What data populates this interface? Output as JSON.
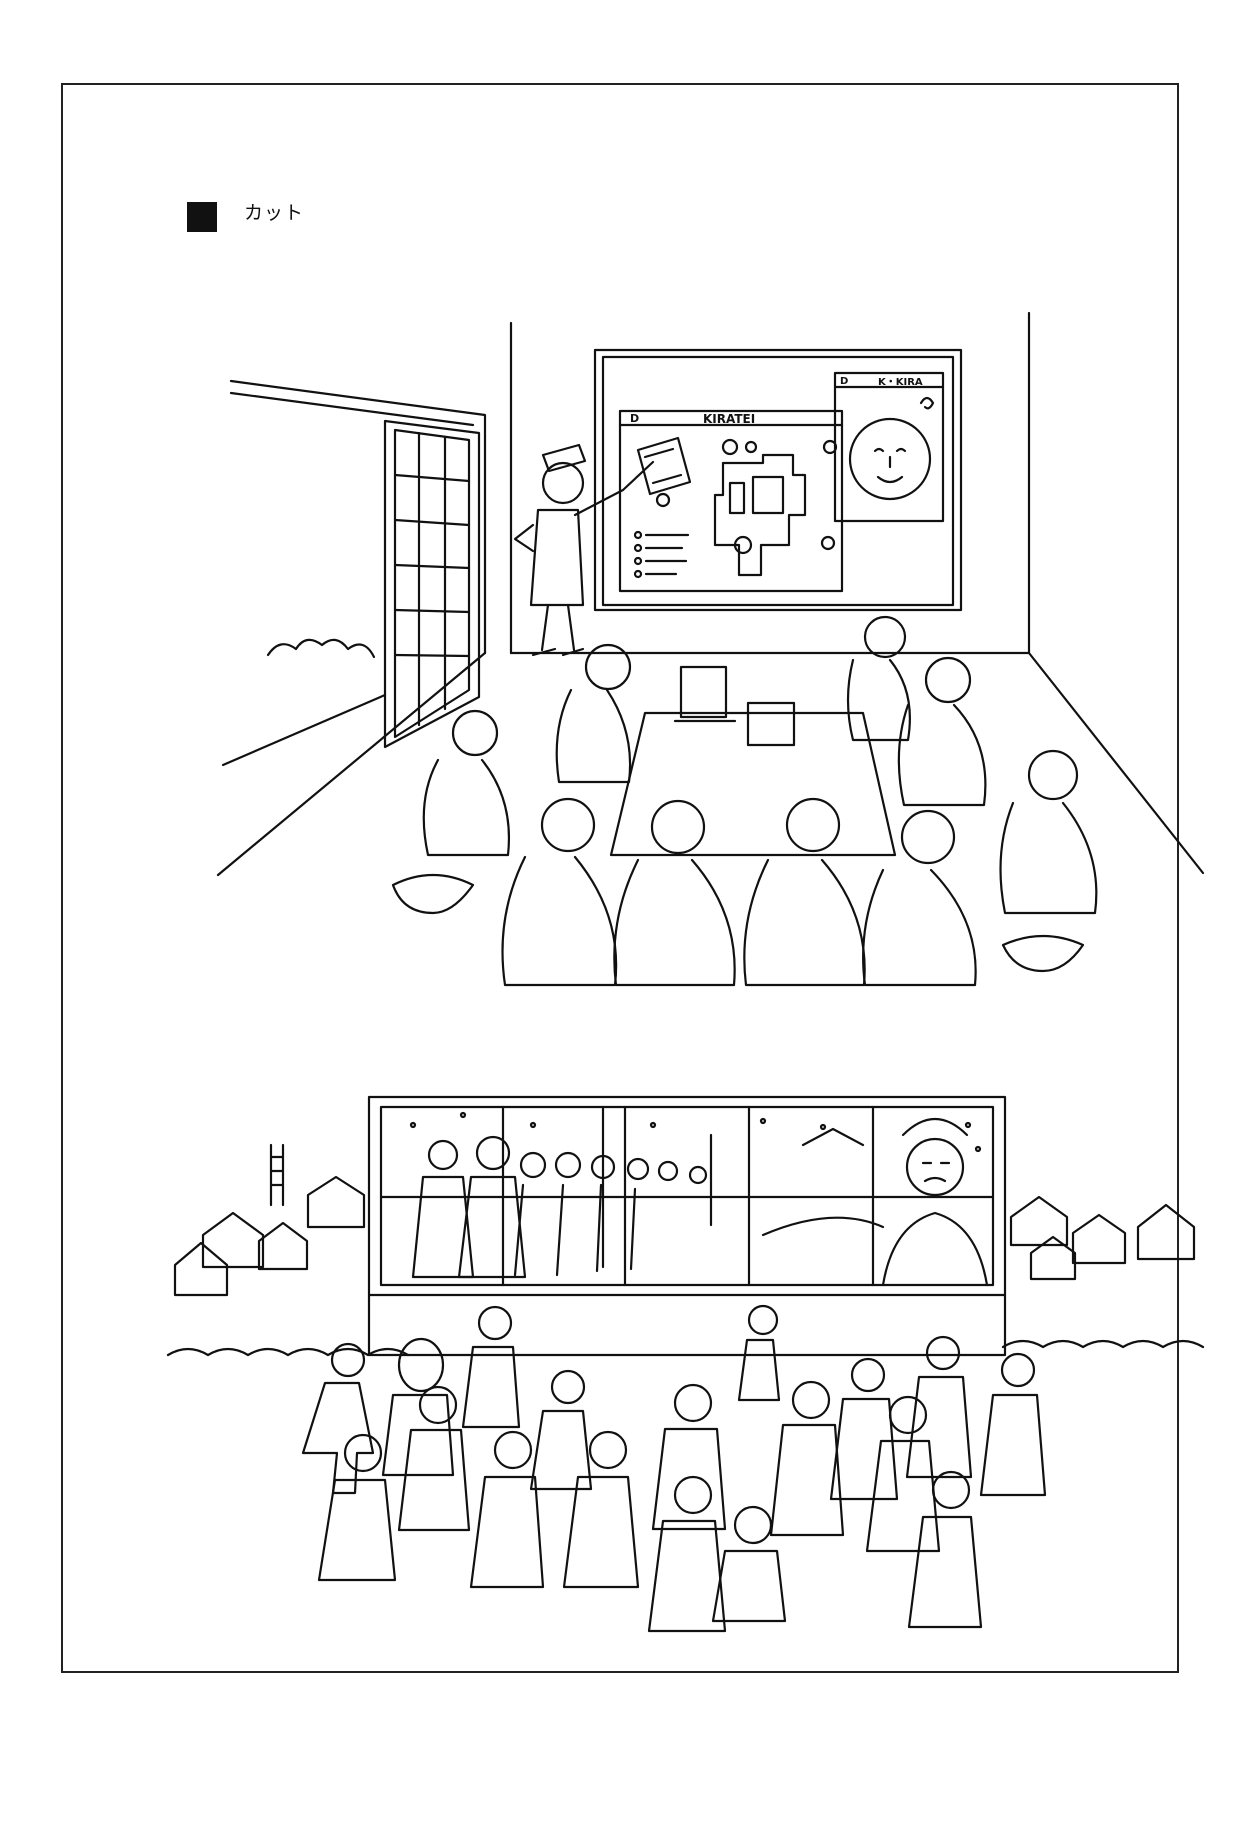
{
  "page": {
    "section_label": "カット"
  },
  "cut_top": {
    "slide_main_title": "KIRATEI",
    "slide_side_title": "K・KIRA",
    "slide_main_tag": "D",
    "slide_side_tag": "D"
  },
  "icons": {
    "marker": "black-square-bullet"
  }
}
